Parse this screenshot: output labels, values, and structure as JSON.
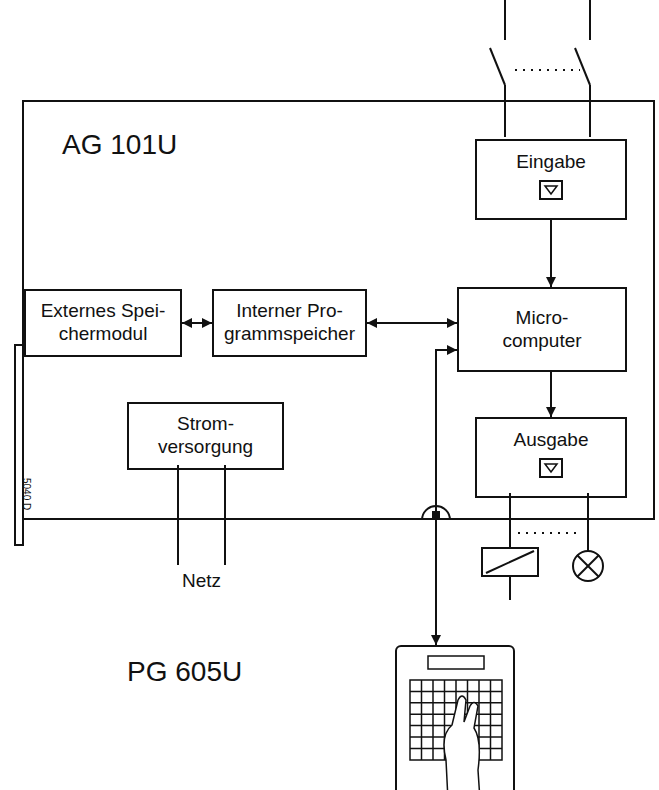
{
  "diagram": {
    "nodes": [
      {
        "text": [
          "AG 101U"
        ]
      },
      {
        "text": [
          "Externes Spei- chermodul"
        ],
        "in": 0
      },
      {
        "text": [
          "Interner Pro- grammspeicher"
        ],
        "in": 0
      },
      {
        "text": [
          "Eingabe"
        ],
        "in": 0
      },
      {
        "text": [
          "Micro- computer"
        ],
        "in": 0
      },
      {
        "text": [
          "Ausgabe"
        ],
        "in": 0
      },
      {
        "text": [
          "Strom- versorgung"
        ],
        "in": 0
      },
      {
        "text": [
          "PG 605U"
        ]
      }
    ],
    "edges": [
      {
        "from": 1,
        "to": 2,
        "arrow": "both"
      },
      {
        "from": 2,
        "to": 4,
        "arrow": "both"
      },
      {
        "from": 3,
        "to": 4,
        "arrow": "to"
      },
      {
        "from": 4,
        "to": 5,
        "arrow": "to"
      },
      {
        "from": 7,
        "to": 4,
        "arrow": "both"
      }
    ],
    "labels": [
      "Netz",
      "5040 D"
    ]
  }
}
